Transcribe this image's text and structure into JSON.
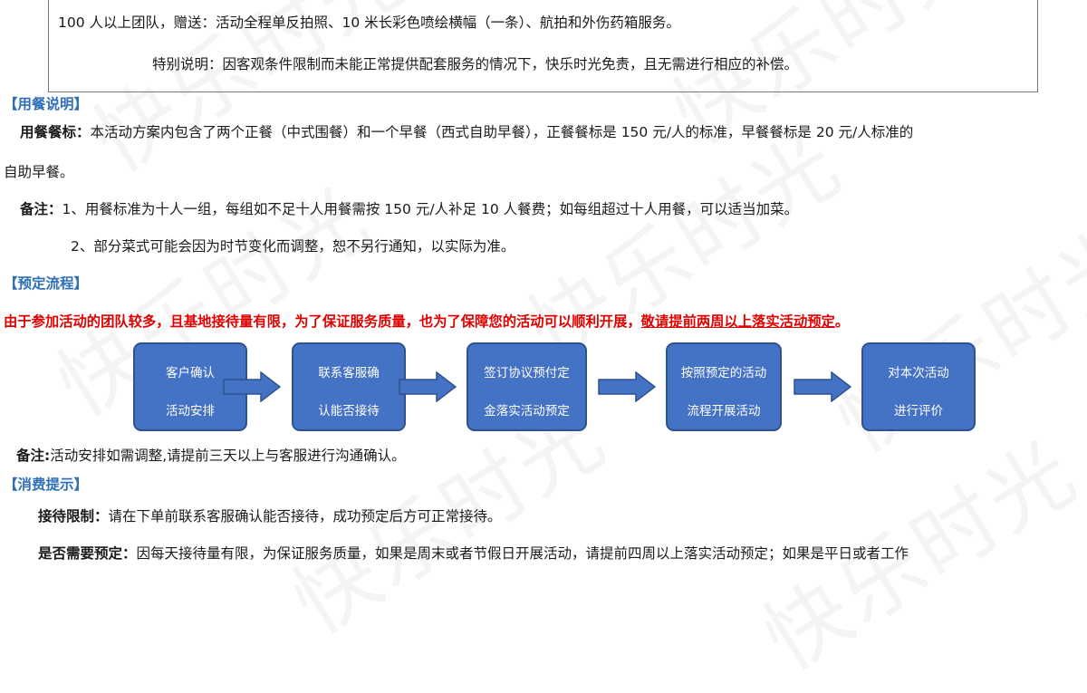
{
  "watermark": "快乐时光",
  "notice": {
    "team_line": "100 人以上团队，赠送：活动全程单反拍照、10 米长彩色喷绘横幅（一条）、航拍和外伤药箱服务。",
    "special_line": "特别说明：因客观条件限制而未能正常提供配套服务的情况下，快乐时光免责，且无需进行相应的补偿。"
  },
  "meal": {
    "heading": "【用餐说明】",
    "standard_label": "用餐餐标：",
    "standard_text": "本活动方案内包含了两个正餐（中式围餐）和一个早餐（西式自助早餐），正餐餐标是 150 元/人的标准，早餐餐标是 20 元/人标准的",
    "standard_cont": "自助早餐。",
    "note_label": "备注：",
    "note1": "1、用餐标准为十人一组，每组如不足十人用餐需按 150 元/人补足 10 人餐费；如每组超过十人用餐，可以适当加菜。",
    "note2": "2、部分菜式可能会因为时节变化而调整，恕不另行通知，以实际为准。"
  },
  "booking": {
    "heading": "【预定流程】",
    "warning": "由于参加活动的团队较多，且基地接待量有限，为了保证服务质量，也为了保障您的活动可以顺利开展，",
    "warning_underlined": "敬请提前两周以上落实活动预定",
    "warning_end": "。",
    "steps": [
      {
        "line1": "客户确认",
        "line2": "活动安排"
      },
      {
        "line1": "联系客服确",
        "line2": "认能否接待"
      },
      {
        "line1": "签订协议预付定",
        "line2": "金落实活动预定"
      },
      {
        "line1": "按照预定的活动",
        "line2": "流程开展活动"
      },
      {
        "line1": "对本次活动",
        "line2": "进行评价"
      }
    ],
    "note_label": "备注:",
    "note_text": "活动安排如需调整,请提前三天以上与客服进行沟通确认。"
  },
  "consumption": {
    "heading": "【消费提示】",
    "limit_label": "接待限制：",
    "limit_text": "请在下单前联系客服确认能否接待，成功预定后方可正常接待。",
    "reserve_label": "是否需要预定：",
    "reserve_text": "因每天接待量有限，为保证服务质量，如果是周末或者节假日开展活动，请提前四周以上落实活动预定；如果是平日或者工作"
  },
  "colors": {
    "heading": "#2e6fb8",
    "warning": "#e00000",
    "flow_box": "#4472c4",
    "flow_border": "#2f528f"
  }
}
